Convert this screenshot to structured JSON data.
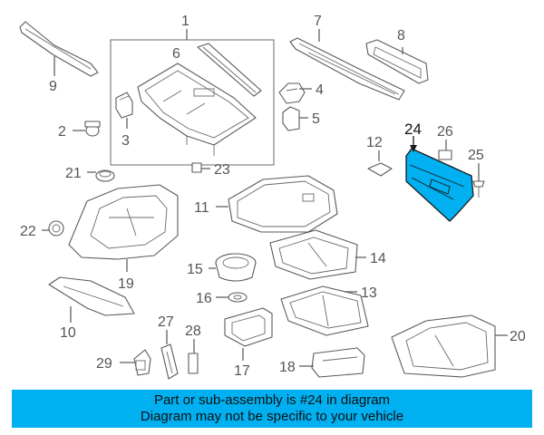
{
  "diagram": {
    "highlight_color": "#00b0f0",
    "highlighted_part": "24",
    "callouts": [
      {
        "id": "1",
        "label": "1"
      },
      {
        "id": "2",
        "label": "2"
      },
      {
        "id": "3",
        "label": "3"
      },
      {
        "id": "4",
        "label": "4"
      },
      {
        "id": "5",
        "label": "5"
      },
      {
        "id": "6",
        "label": "6"
      },
      {
        "id": "7",
        "label": "7"
      },
      {
        "id": "8",
        "label": "8"
      },
      {
        "id": "9",
        "label": "9"
      },
      {
        "id": "10",
        "label": "10"
      },
      {
        "id": "11",
        "label": "11"
      },
      {
        "id": "12",
        "label": "12"
      },
      {
        "id": "13",
        "label": "13"
      },
      {
        "id": "14",
        "label": "14"
      },
      {
        "id": "15",
        "label": "15"
      },
      {
        "id": "16",
        "label": "16"
      },
      {
        "id": "17",
        "label": "17"
      },
      {
        "id": "18",
        "label": "18"
      },
      {
        "id": "19",
        "label": "19"
      },
      {
        "id": "20",
        "label": "20"
      },
      {
        "id": "21",
        "label": "21"
      },
      {
        "id": "22",
        "label": "22"
      },
      {
        "id": "23",
        "label": "23"
      },
      {
        "id": "24",
        "label": "24"
      },
      {
        "id": "25",
        "label": "25"
      },
      {
        "id": "26",
        "label": "26"
      },
      {
        "id": "27",
        "label": "27"
      },
      {
        "id": "28",
        "label": "28"
      },
      {
        "id": "29",
        "label": "29"
      }
    ]
  },
  "banner": {
    "line1": "Part or sub-assembly is #24 in diagram",
    "line2": "Diagram may not be specific to your vehicle",
    "background": "#00b0f0"
  }
}
